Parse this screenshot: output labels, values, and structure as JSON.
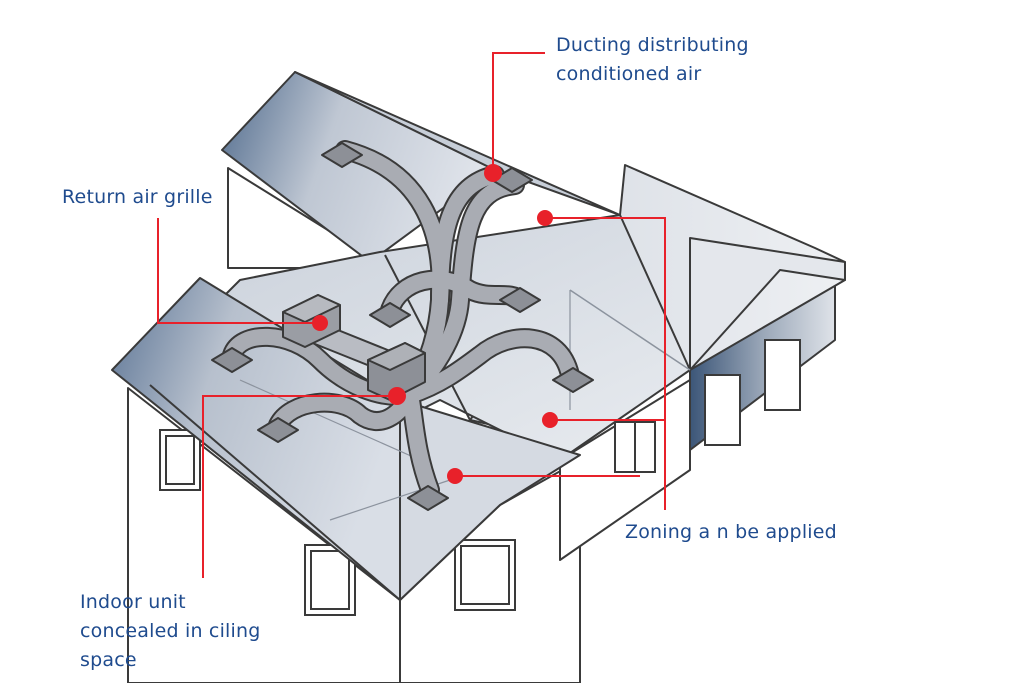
{
  "labels": {
    "ducting": [
      "Ducting distributing",
      "conditioned air"
    ],
    "return_grille": "Return air grille",
    "zoning": "Zoning a n be applied",
    "indoor_unit": [
      "Indoor unit",
      "concealed in ciling",
      "space"
    ]
  },
  "colors": {
    "label_text": "#1f4b8e",
    "callout": "#e8212a",
    "outline": "#3a3a3a",
    "roof_dark": "#4f6a8c",
    "roof_light": "#e6e9ee",
    "duct": "#a9acb3",
    "unit": "#8d9097"
  }
}
